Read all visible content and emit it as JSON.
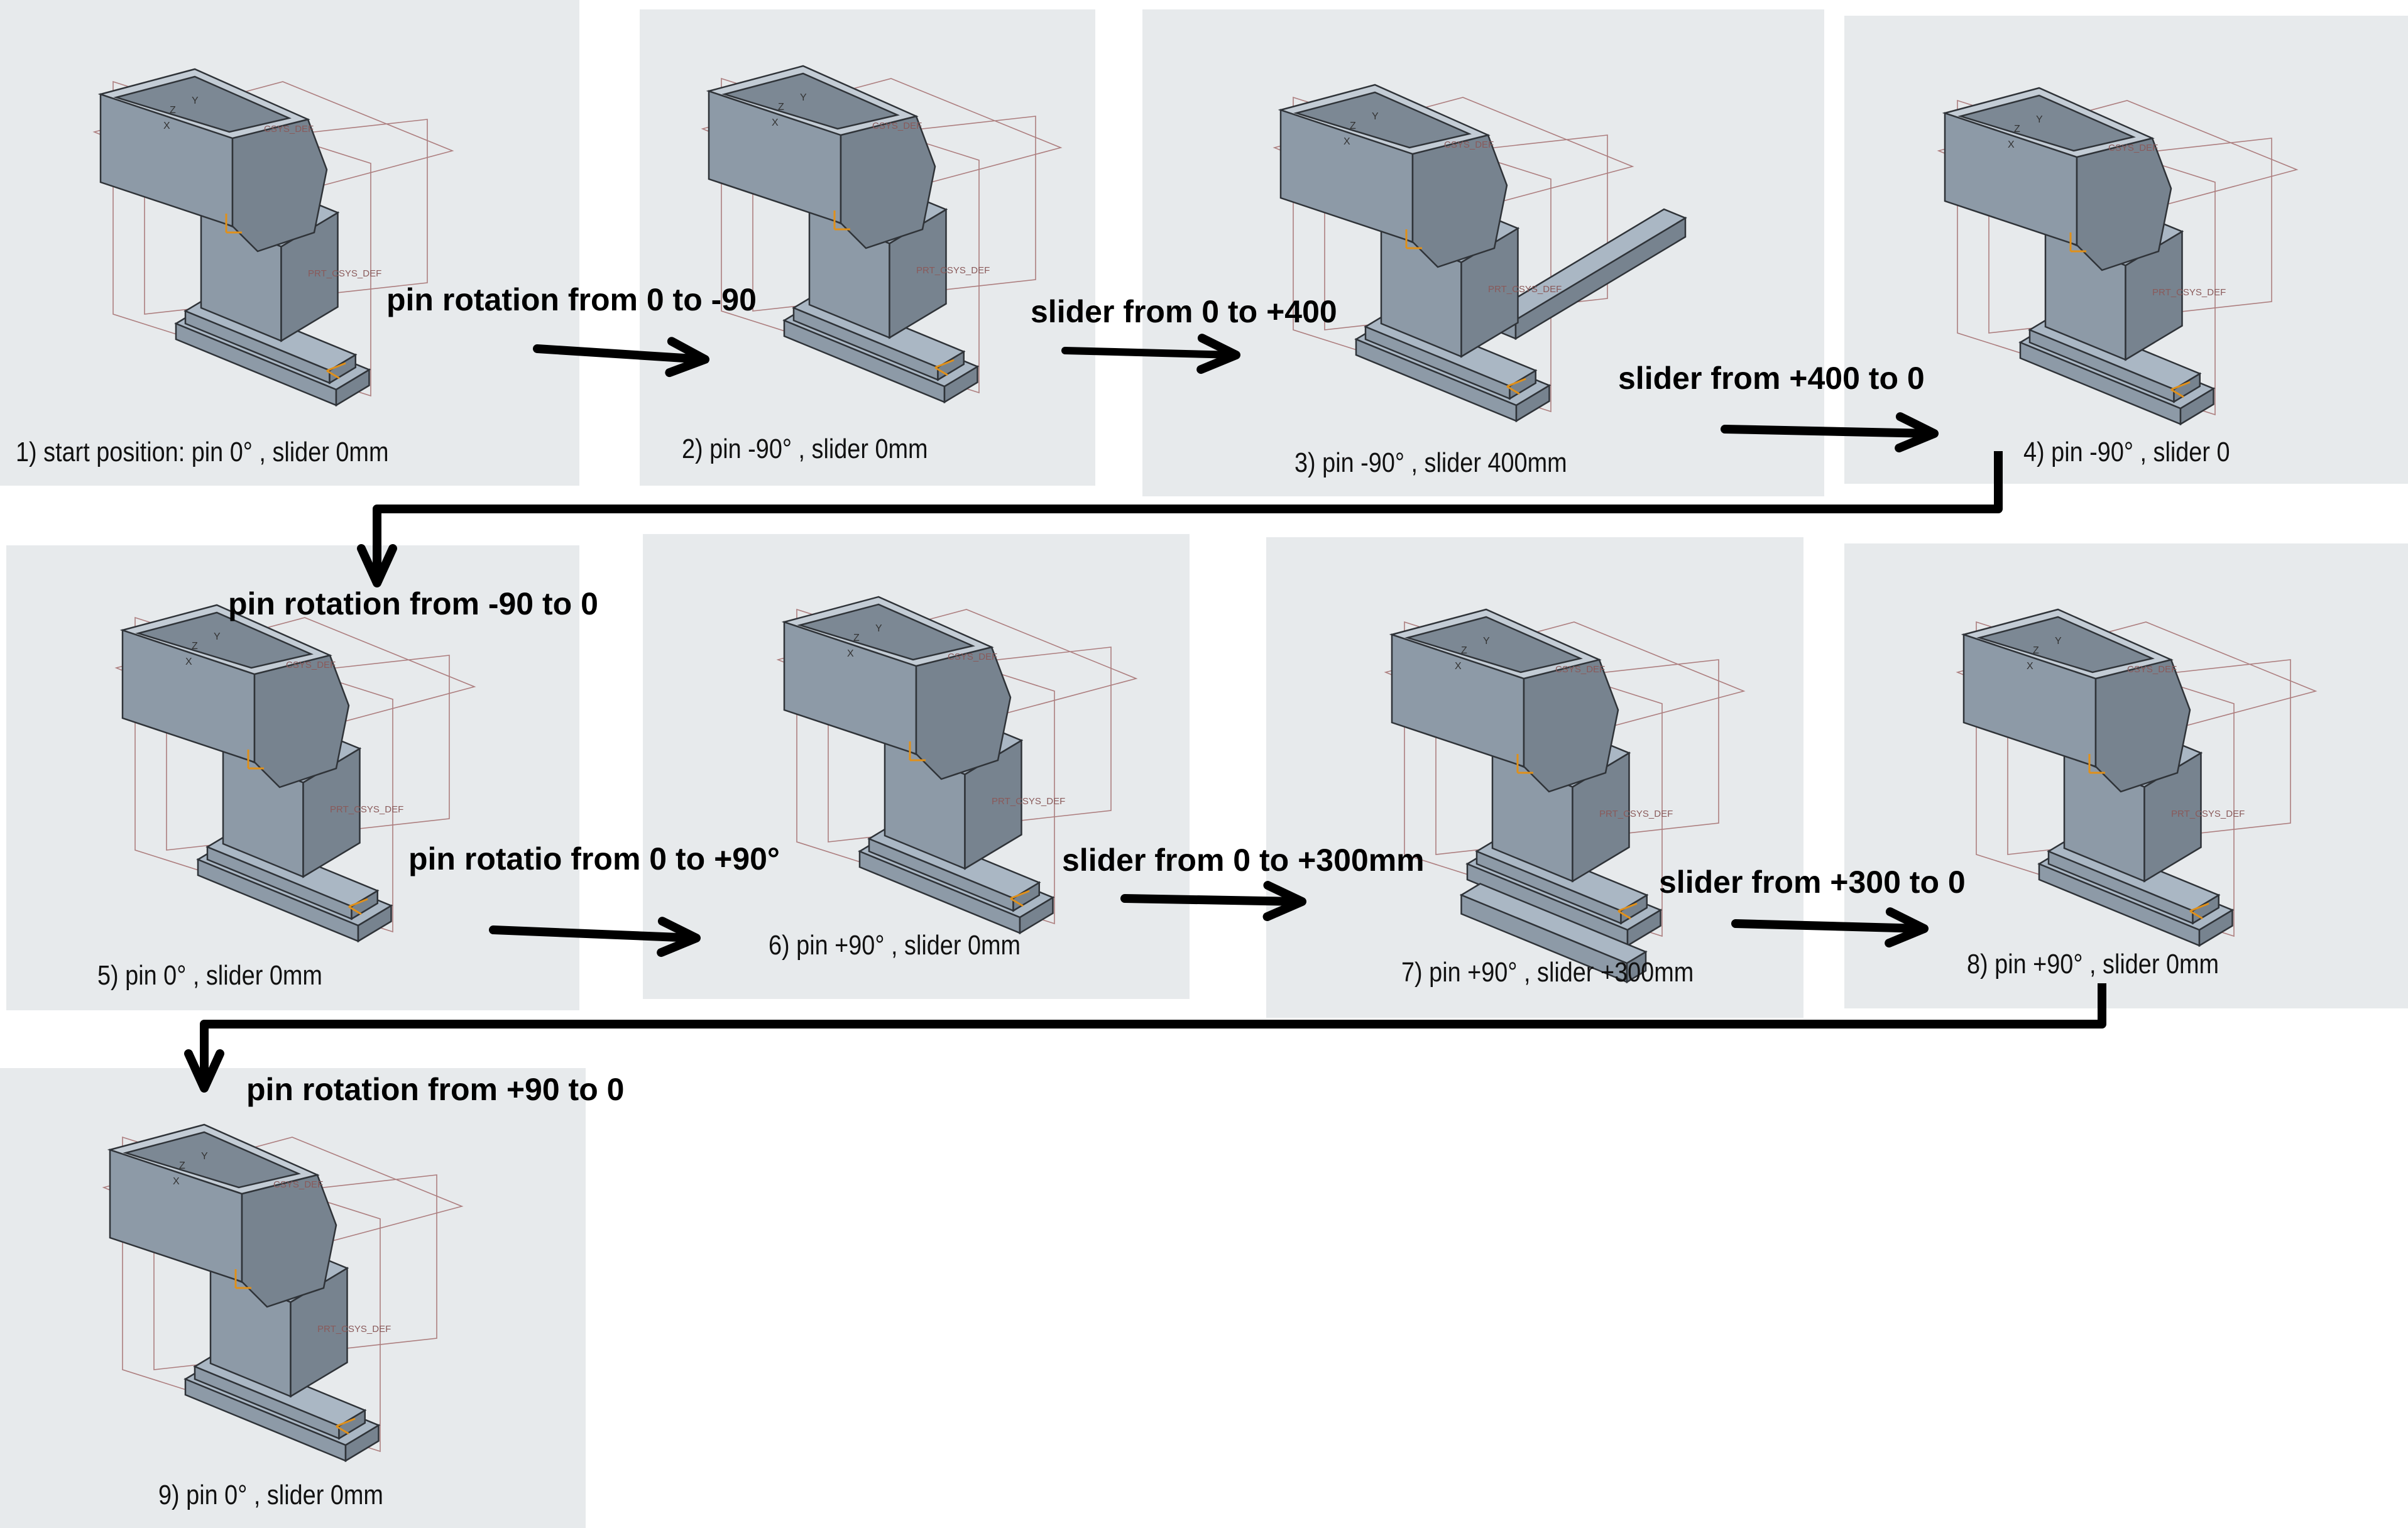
{
  "panels": [
    {
      "id": 1,
      "caption": "1) start position: pin 0° , slider 0mm",
      "pin_deg": 0,
      "slider_mm": 0
    },
    {
      "id": 2,
      "caption": "2) pin -90° , slider 0mm",
      "pin_deg": -90,
      "slider_mm": 0
    },
    {
      "id": 3,
      "caption": "3) pin -90° , slider 400mm",
      "pin_deg": -90,
      "slider_mm": 400
    },
    {
      "id": 4,
      "caption": "4) pin -90° , slider 0",
      "pin_deg": -90,
      "slider_mm": 0
    },
    {
      "id": 5,
      "caption": "5) pin 0° , slider 0mm",
      "pin_deg": 0,
      "slider_mm": 0
    },
    {
      "id": 6,
      "caption": "6) pin +90° , slider 0mm",
      "pin_deg": 90,
      "slider_mm": 0
    },
    {
      "id": 7,
      "caption": "7) pin +90° , slider +300mm",
      "pin_deg": 90,
      "slider_mm": 300
    },
    {
      "id": 8,
      "caption": "8) pin +90° , slider 0mm",
      "pin_deg": 90,
      "slider_mm": 0
    },
    {
      "id": 9,
      "caption": "9) pin 0° , slider 0mm",
      "pin_deg": 0,
      "slider_mm": 0
    }
  ],
  "transitions": [
    {
      "label": "pin rotation from 0 to -90"
    },
    {
      "label": "slider from 0 to +400"
    },
    {
      "label": "slider from +400 to 0"
    },
    {
      "label": "pin rotation from -90 to 0"
    },
    {
      "label": "pin rotatio from 0 to +90°"
    },
    {
      "label": "slider from 0 to +300mm"
    },
    {
      "label": "slider from +300  to 0"
    },
    {
      "label": "pin rotation from +90 to 0"
    }
  ],
  "model_annotations": {
    "csys": "CSYS_DEF",
    "prt_csys": "PRT_CSYS_DEF",
    "axis_x": "X",
    "axis_y": "Y",
    "axis_z": "Z"
  },
  "colors": {
    "panel_bg": "#e7eaec",
    "model_face_top": "#aab7c4",
    "model_face_front": "#8d9aa7",
    "model_face_side": "#77838f",
    "model_edge": "#2f3338",
    "datum_plane": "#9a5b5b",
    "arrow": "#000000"
  }
}
